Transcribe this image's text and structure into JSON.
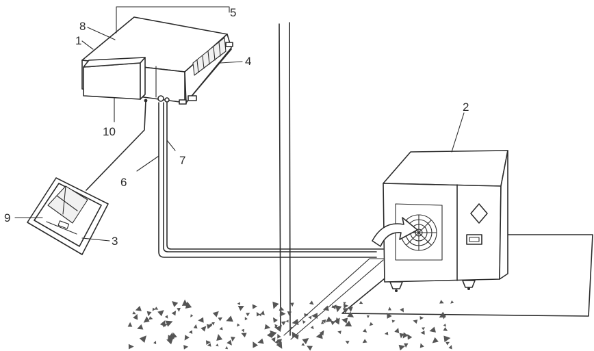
{
  "diagram": {
    "callouts": [
      {
        "id": "1",
        "label": "1"
      },
      {
        "id": "2",
        "label": "2"
      },
      {
        "id": "3",
        "label": "3"
      },
      {
        "id": "4",
        "label": "4"
      },
      {
        "id": "5",
        "label": "5"
      },
      {
        "id": "6",
        "label": "6"
      },
      {
        "id": "7",
        "label": "7"
      },
      {
        "id": "8",
        "label": "8"
      },
      {
        "id": "9",
        "label": "9"
      },
      {
        "id": "10",
        "label": "10"
      }
    ],
    "colors": {
      "ink": "#2b2b2b",
      "background": "#ffffff"
    }
  }
}
